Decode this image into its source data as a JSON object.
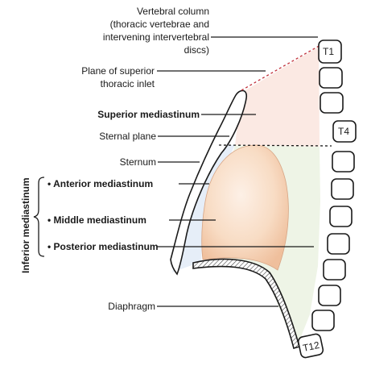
{
  "labels": {
    "vertebral_column_line1": "Vertebral column",
    "vertebral_column_line2": "(thoracic vertebrae and",
    "vertebral_column_line3": "intervening intervertebral",
    "vertebral_column_line4": "discs)",
    "superior_inlet_line1": "Plane of superior",
    "superior_inlet_line2": "thoracic inlet",
    "superior_mediastinum": "Superior mediastinum",
    "sternal_plane": "Sternal plane",
    "sternum": "Sternum",
    "anterior_mediastinum": "• Anterior mediastinum",
    "middle_mediastinum": "• Middle mediastinum",
    "posterior_mediastinum": "• Posterior mediastinum",
    "diaphragm": "Diaphragm",
    "inferior_mediastinum": "Inferior mediastinum"
  },
  "vertebrae": {
    "t1": "T1",
    "t4": "T4",
    "t12": "T12"
  },
  "colors": {
    "superior_region": "#fbe9e3",
    "posterior_region": "#eef4e6",
    "anterior_region": "#e6eef8",
    "heart_light": "#fcecde",
    "heart_dark": "#f3c9a8"
  }
}
